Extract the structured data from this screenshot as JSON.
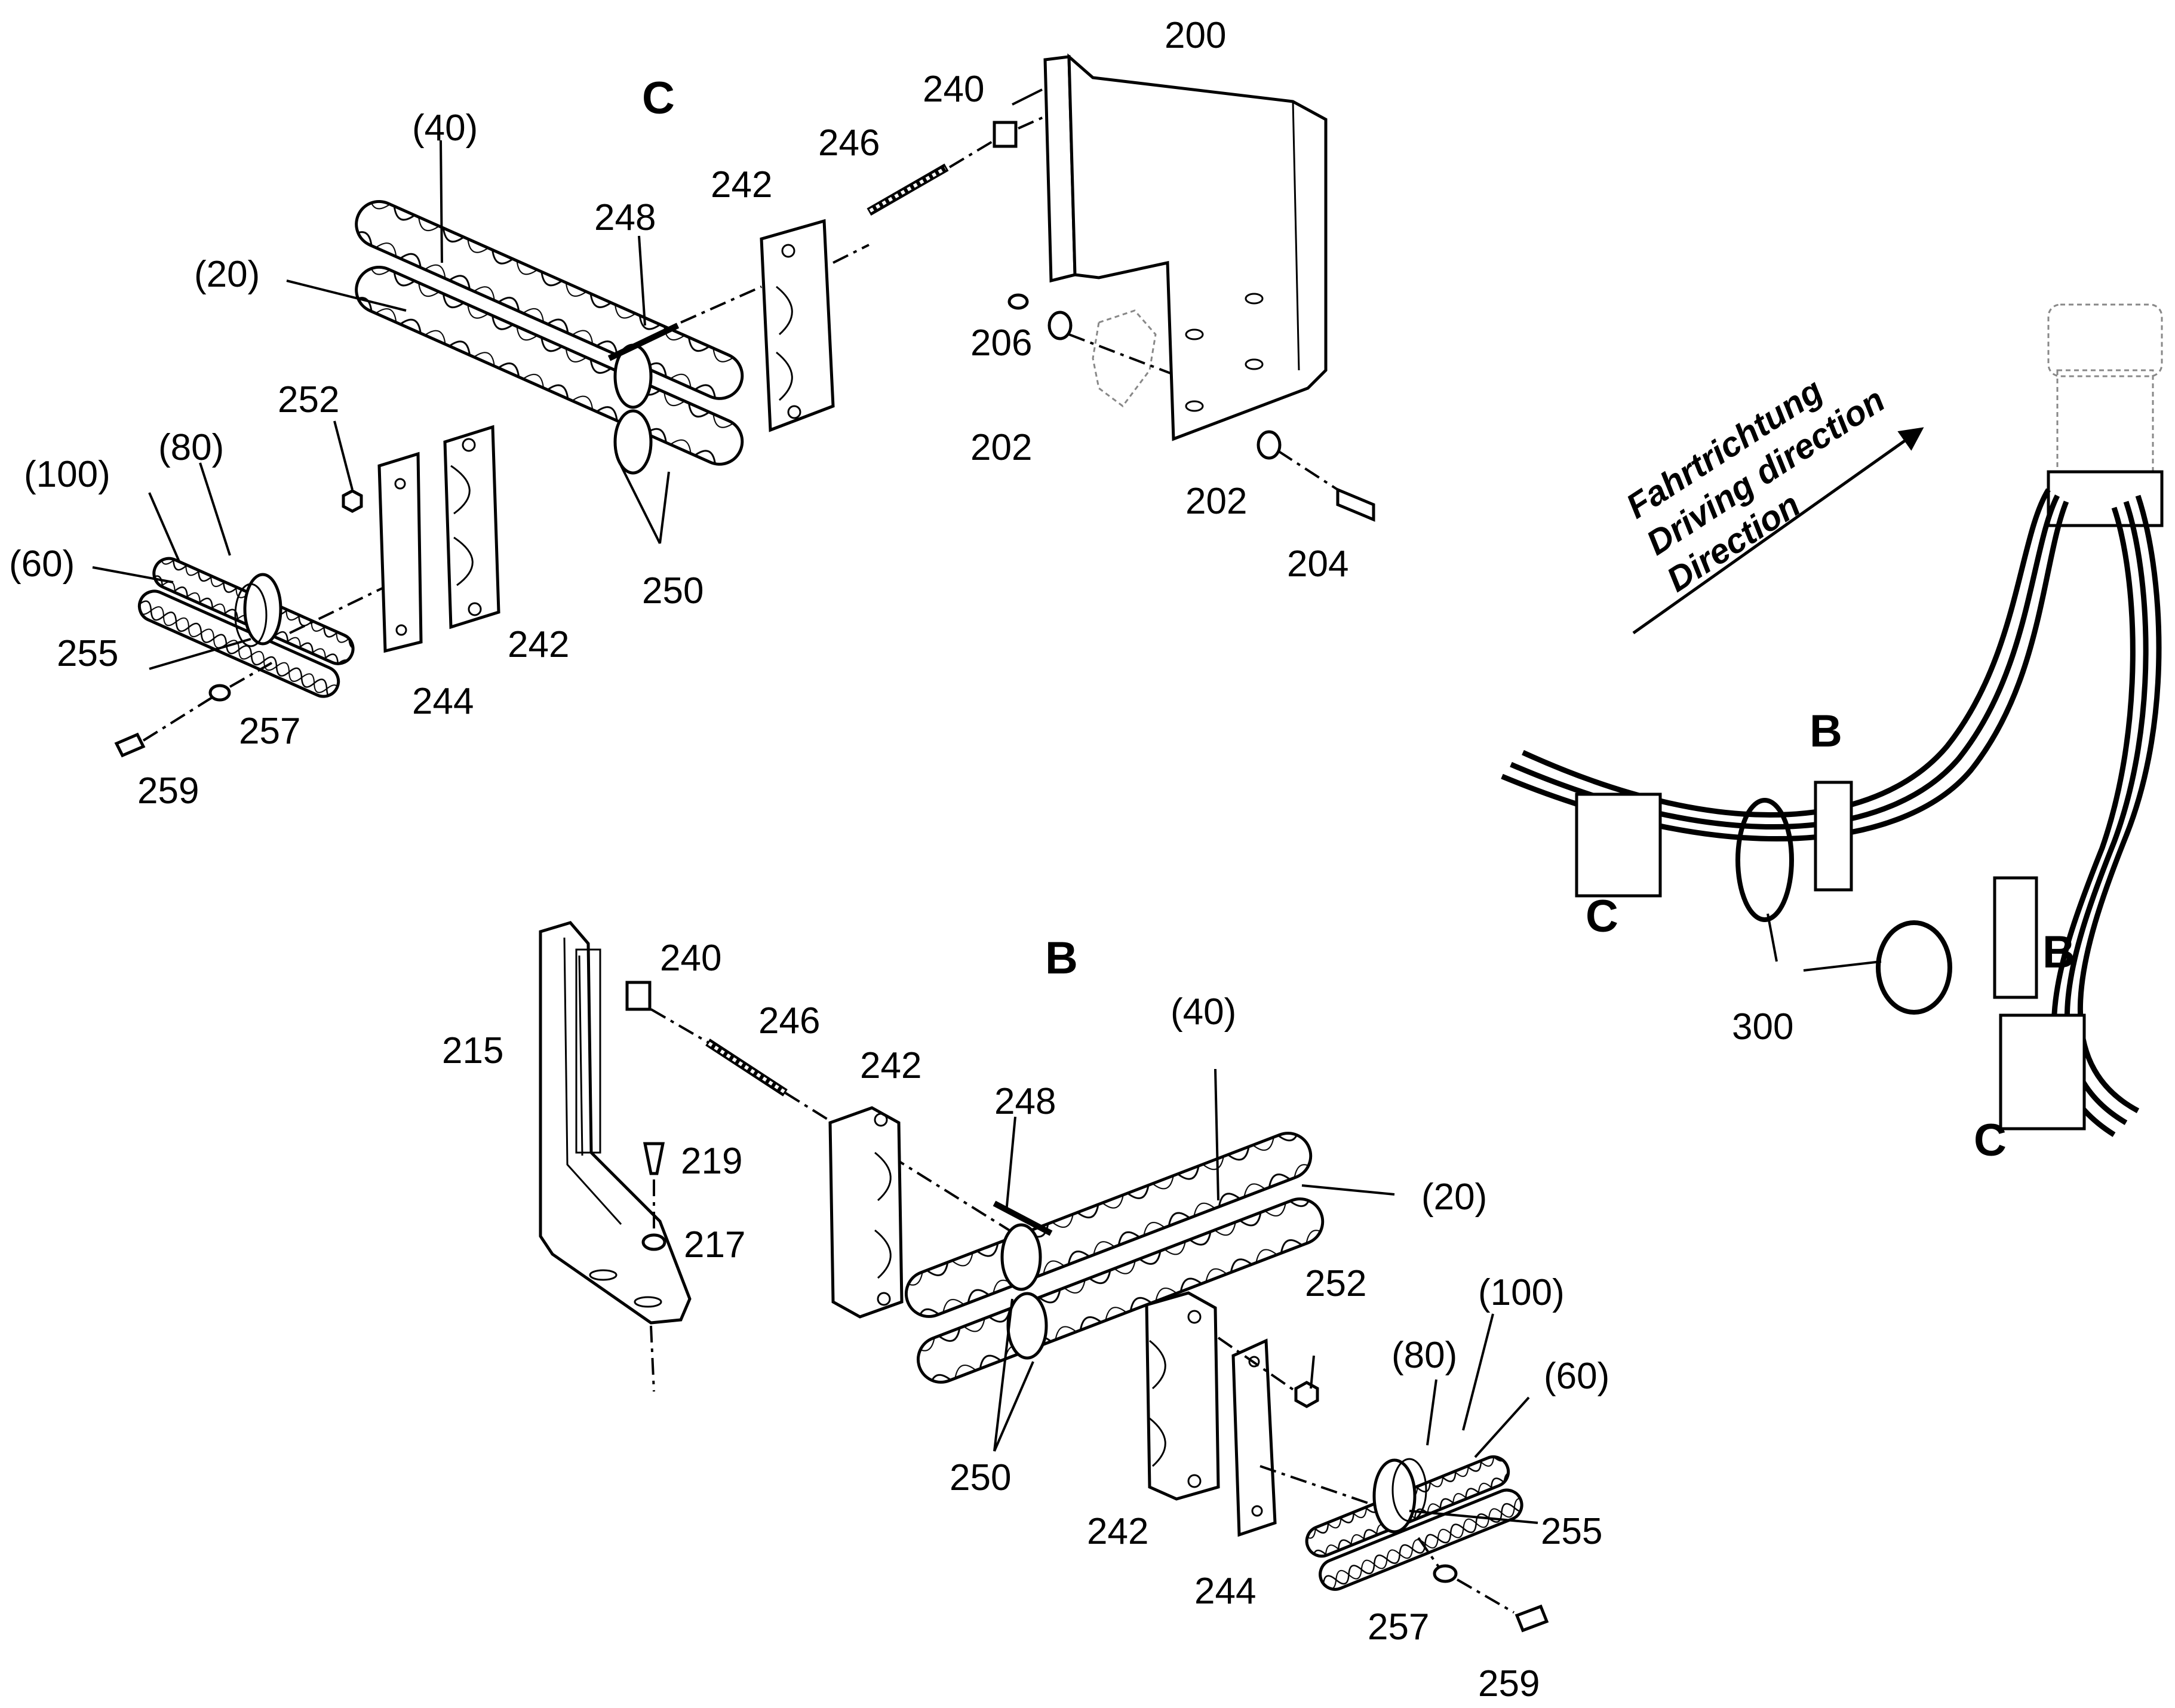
{
  "title": "",
  "sections": {
    "c_top": "C",
    "b_middle": "B"
  },
  "direction": {
    "line1": "Fahrtrichtung",
    "line2": "Driving direction",
    "line3": "Direction"
  },
  "overview_labels": {
    "b1": "B",
    "b2": "B",
    "c1": "C",
    "c2": "C",
    "ring": "300"
  },
  "labels_c": {
    "p200": "200",
    "p240": "240",
    "p246": "246",
    "p242a": "242",
    "p248": "248",
    "p40": "(40)",
    "p20": "(20)",
    "p252": "252",
    "p100": "(100)",
    "p80": "(80)",
    "p60": "(60)",
    "p255": "255",
    "p257": "257",
    "p259": "259",
    "p244": "244",
    "p242b": "242",
    "p250": "250",
    "p206": "206",
    "p202a": "202",
    "p202b": "202",
    "p204": "204"
  },
  "labels_b": {
    "p240": "240",
    "p246": "246",
    "p215": "215",
    "p242a": "242",
    "p248": "248",
    "p40": "(40)",
    "p20": "(20)",
    "p219": "219",
    "p217": "217",
    "p252": "252",
    "p100": "(100)",
    "p80": "(80)",
    "p60": "(60)",
    "p250": "250",
    "p242b": "242",
    "p255": "255",
    "p244": "244",
    "p257": "257",
    "p259": "259"
  }
}
